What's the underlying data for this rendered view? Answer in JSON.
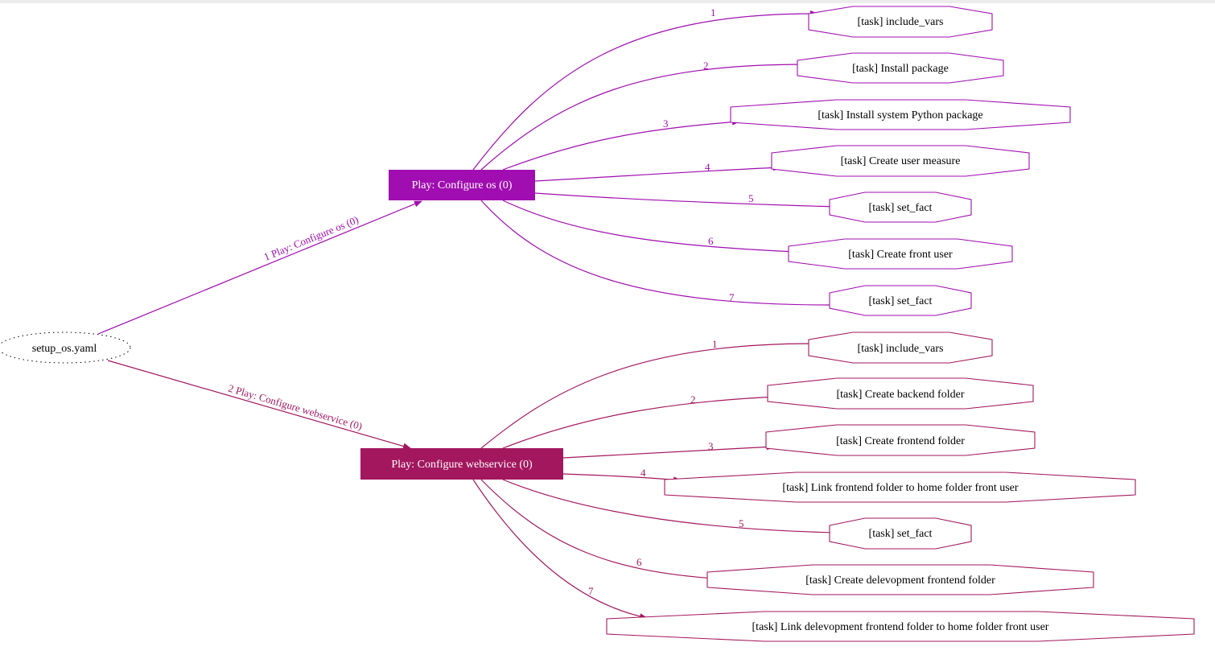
{
  "root": {
    "label": "setup_os.yaml"
  },
  "colors": {
    "play1": "#a00db0",
    "play2": "#a3175e",
    "page_top_border": "#ececec"
  },
  "plays": [
    {
      "label": "Play: Configure os (0)",
      "edge_label": "1 Play: Configure os (0)",
      "tasks": [
        {
          "num": "1",
          "label": "[task] include_vars"
        },
        {
          "num": "2",
          "label": "[task] Install package"
        },
        {
          "num": "3",
          "label": "[task] Install system Python package"
        },
        {
          "num": "4",
          "label": "[task] Create user measure"
        },
        {
          "num": "5",
          "label": "[task] set_fact"
        },
        {
          "num": "6",
          "label": "[task] Create front user"
        },
        {
          "num": "7",
          "label": "[task] set_fact"
        }
      ]
    },
    {
      "label": "Play: Configure webservice (0)",
      "edge_label": "2 Play: Configure webservice (0)",
      "tasks": [
        {
          "num": "1",
          "label": "[task] include_vars"
        },
        {
          "num": "2",
          "label": "[task] Create backend folder"
        },
        {
          "num": "3",
          "label": "[task] Create frontend folder"
        },
        {
          "num": "4",
          "label": "[task] Link frontend folder to home folder front user"
        },
        {
          "num": "5",
          "label": "[task] set_fact"
        },
        {
          "num": "6",
          "label": "[task] Create delevopment frontend folder"
        },
        {
          "num": "7",
          "label": "[task] Link delevopment frontend folder to home folder front user"
        }
      ]
    }
  ]
}
